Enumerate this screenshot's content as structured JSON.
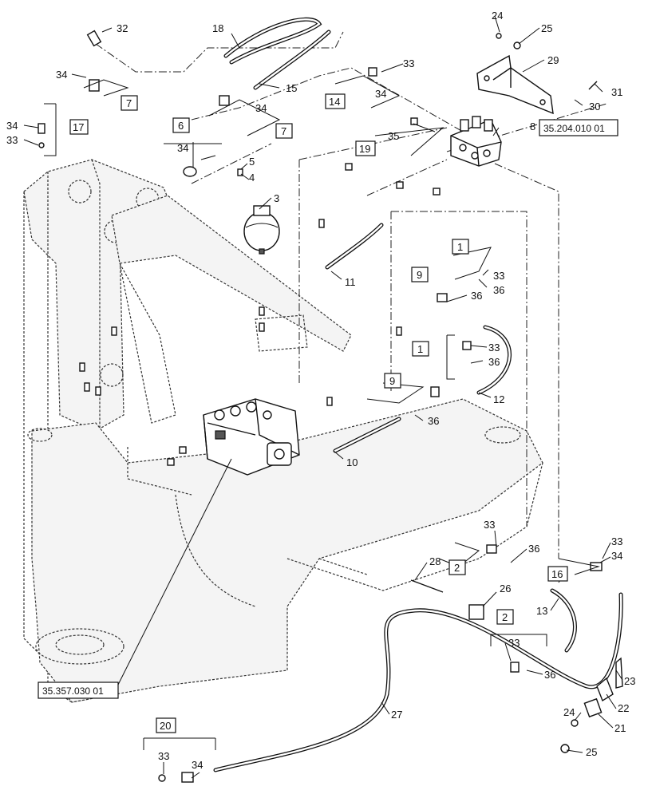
{
  "callouts": {
    "n32": "32",
    "n34a": "34",
    "n7a": "7",
    "n34b": "34",
    "n17": "17",
    "n33a": "33",
    "n18": "18",
    "n15": "15",
    "n34c": "34",
    "n7b": "7",
    "n6": "6",
    "n34d": "34",
    "n5": "5",
    "n4": "4",
    "n3": "3",
    "n33b": "33",
    "n14": "14",
    "n34e": "34",
    "n24a": "24",
    "n25a": "25",
    "n29": "29",
    "n30": "30",
    "n31": "31",
    "n8": "8",
    "n35": "35",
    "n19": "19",
    "n11": "11",
    "n1a": "1",
    "n9a": "9",
    "n33c": "33",
    "n36a": "36",
    "n36b": "36",
    "n1b": "1",
    "n33d": "33",
    "n36c": "36",
    "n9b": "9",
    "n12": "12",
    "n36d": "36",
    "n10": "10",
    "n33e": "33",
    "n36e": "36",
    "n2a": "2",
    "n28": "28",
    "n26": "26",
    "n33f": "33",
    "n34f": "34",
    "n16": "16",
    "n13": "13",
    "n2b": "2",
    "n33g": "33",
    "n36f": "36",
    "n23": "23",
    "n22": "22",
    "n24b": "24",
    "n21": "21",
    "n25b": "25",
    "n27": "27",
    "n20": "20",
    "n33h": "33",
    "n34g": "34"
  },
  "references": {
    "ref_accumulator_bracket": "35.204.010 01",
    "ref_control_valve": "35.357.030 01"
  }
}
